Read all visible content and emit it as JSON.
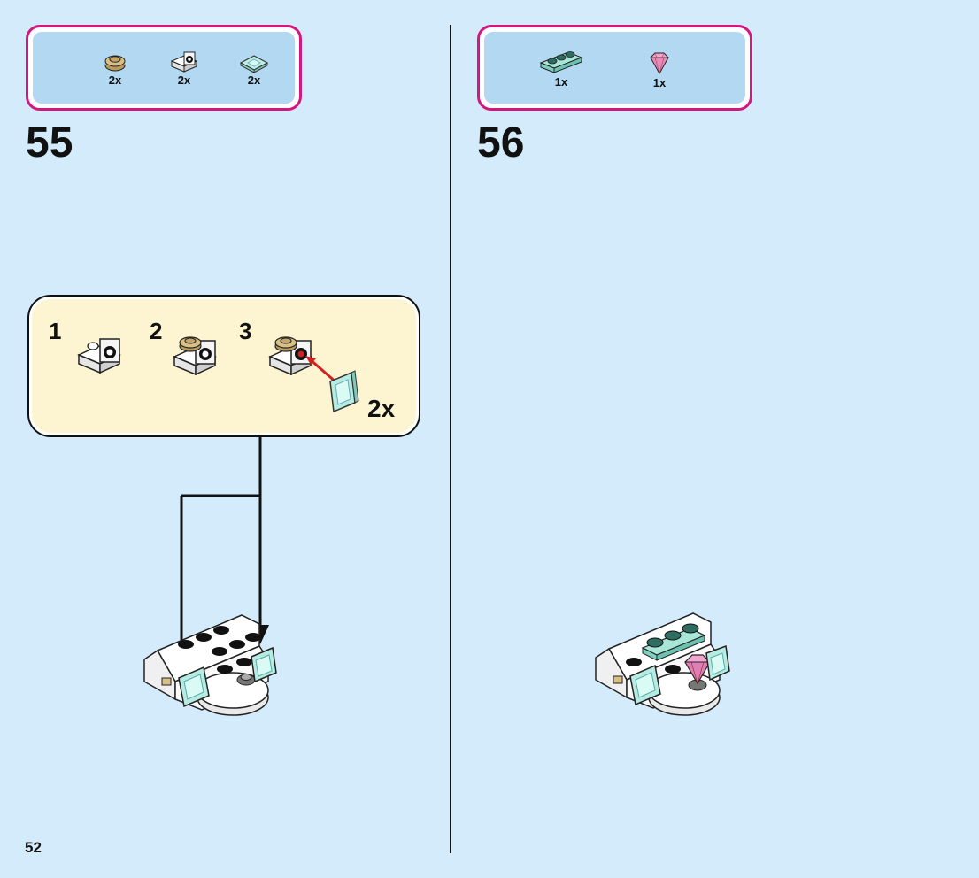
{
  "page_number": "52",
  "steps": [
    {
      "number": "55",
      "parts": [
        {
          "name": "tan round plate",
          "qty": "2x",
          "icon": "round-plate-tan-icon"
        },
        {
          "name": "white bracket with hole",
          "qty": "2x",
          "icon": "bracket-white-icon"
        },
        {
          "name": "trans-light-blue tile",
          "qty": "2x",
          "icon": "tile-trans-blue-icon"
        }
      ],
      "callout": {
        "substeps": [
          "1",
          "2",
          "3"
        ],
        "multiplier": "2x"
      }
    },
    {
      "number": "56",
      "parts": [
        {
          "name": "aqua 1x3 plate",
          "qty": "1x",
          "icon": "plate-aqua-icon"
        },
        {
          "name": "pink jewel",
          "qty": "1x",
          "icon": "jewel-pink-icon"
        }
      ]
    }
  ],
  "colors": {
    "background": "#d3ebfa",
    "parts_frame": "#d2187f",
    "parts_fill": "#b2d8f2",
    "callout_fill": "#fdf5d2",
    "arrow_red": "#d32020"
  }
}
